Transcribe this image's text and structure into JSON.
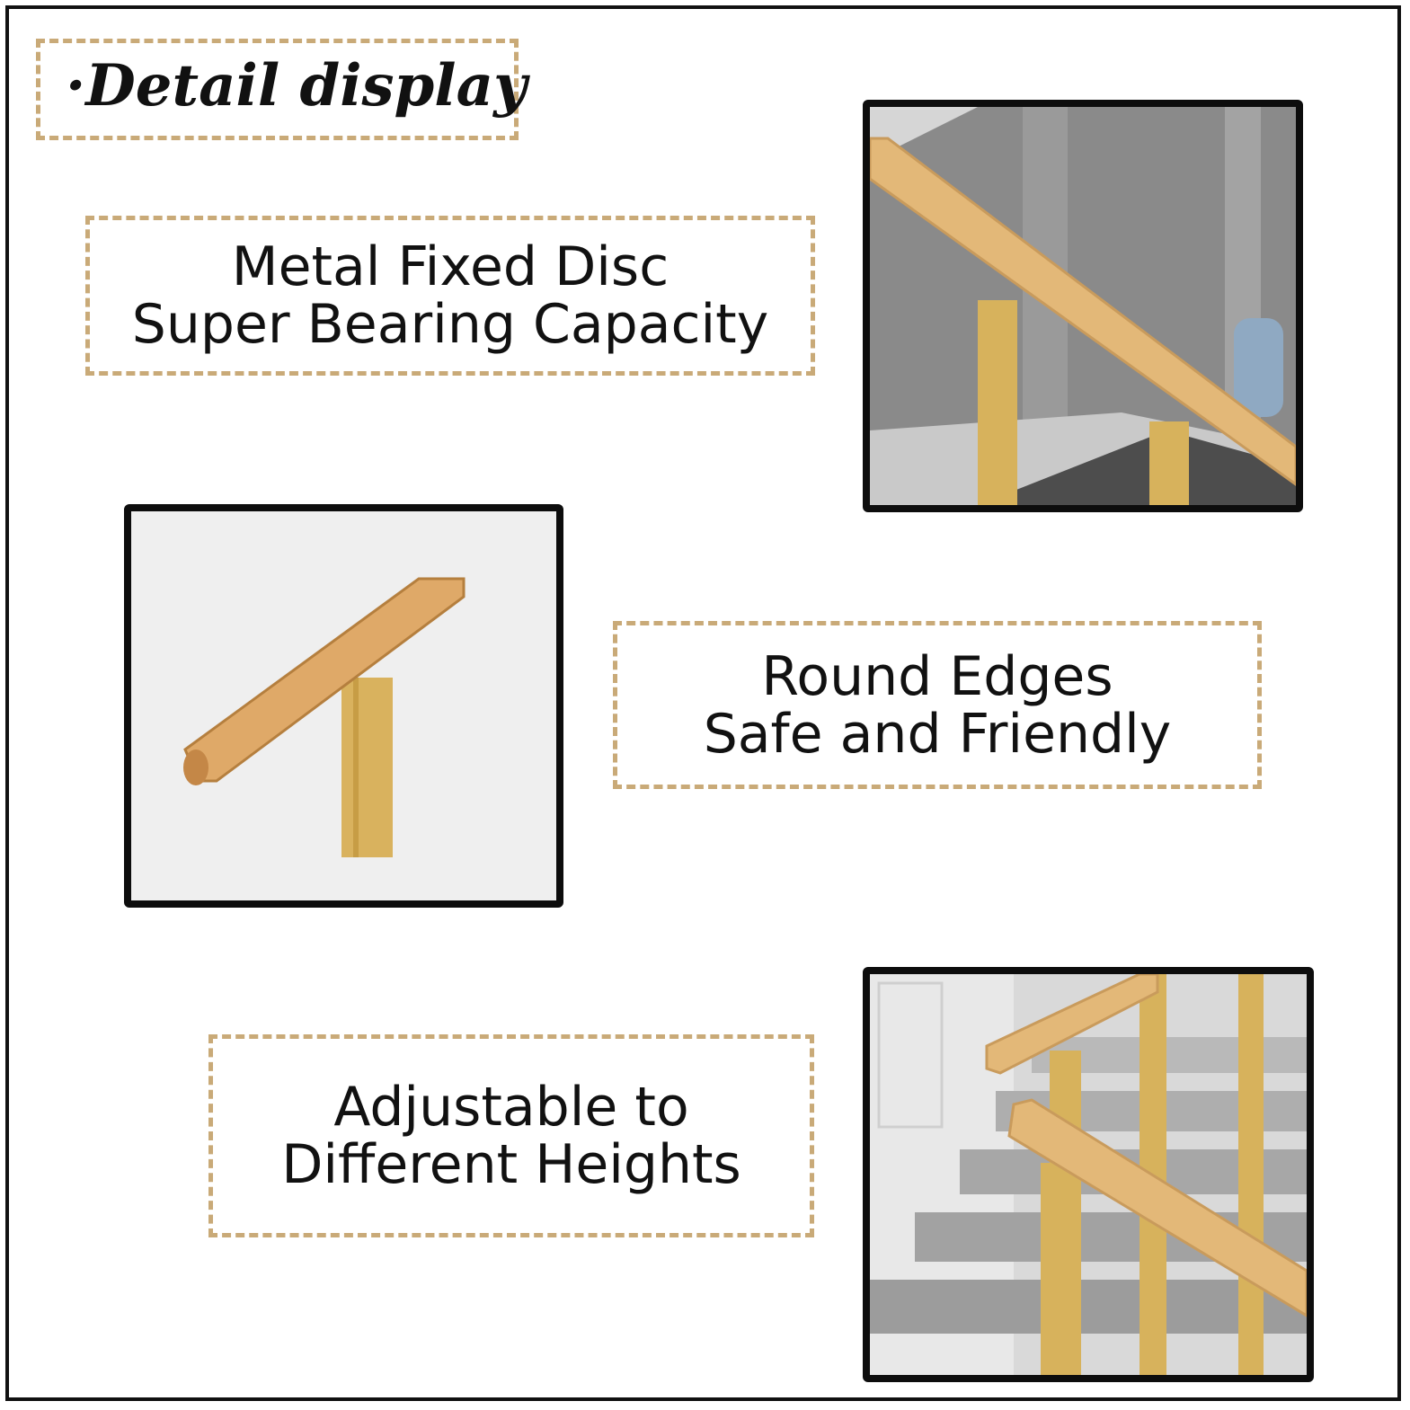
{
  "heading": "·Detail display",
  "features": [
    {
      "line1": "Metal Fixed Disc",
      "line2": "Super Bearing Capacity"
    },
    {
      "line1": "Round Edges",
      "line2": "Safe and Friendly"
    },
    {
      "line1": "Adjustable to",
      "line2": "Different Heights"
    }
  ],
  "colors": {
    "accent": "#c9aa78",
    "frame": "#111111",
    "gold": "#d7b25c",
    "wood": "#e3b878"
  }
}
